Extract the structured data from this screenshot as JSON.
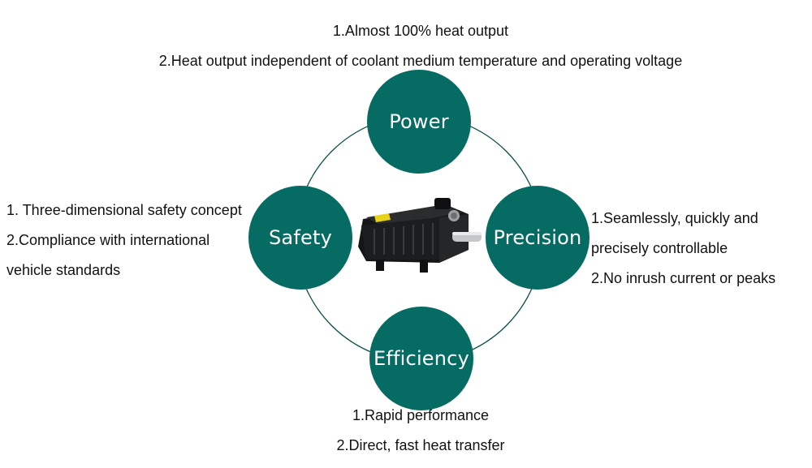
{
  "diagram": {
    "nodes": {
      "power": "Power",
      "safety": "Safety",
      "precision": "Precision",
      "efficiency": "Efficiency"
    },
    "power_points": [
      "1.Almost 100% heat output",
      "2.Heat output independent of coolant medium temperature and operating voltage"
    ],
    "safety_points": [
      "1. Three-dimensional safety concept",
      "2.Compliance with international",
      "vehicle standards"
    ],
    "precision_points": [
      "1.Seamlessly, quickly and",
      "precisely controllable",
      "2.No inrush current or peaks"
    ],
    "efficiency_points": [
      "1.Rapid performance",
      "2.Direct, fast heat transfer"
    ],
    "colors": {
      "node_fill": "#056b63",
      "ring_stroke": "#0a4f49",
      "label_text": "#ffffff"
    },
    "center_image": "electric-coolant-heater-photo"
  }
}
